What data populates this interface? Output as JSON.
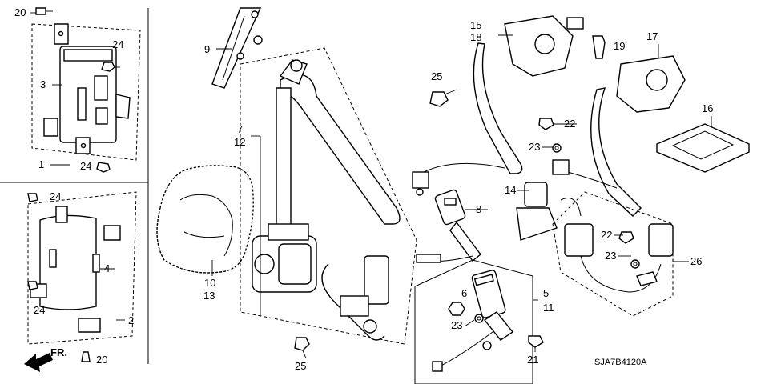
{
  "diagram": {
    "title": "",
    "code": "SJA7B4120A",
    "direction_label": "FR.",
    "callouts": {
      "c1": "1",
      "c2": "2",
      "c3": "3",
      "c4": "4",
      "c5": "5",
      "c6": "6",
      "c7": "7",
      "c8": "8",
      "c9": "9",
      "c10": "10",
      "c11": "11",
      "c12": "12",
      "c13": "13",
      "c14": "14",
      "c15": "15",
      "c16": "16",
      "c17": "17",
      "c18": "18",
      "c19": "19",
      "c20": "20",
      "c21": "21",
      "c22": "22",
      "c23": "23",
      "c24": "24",
      "c25": "25",
      "c26": "26"
    }
  }
}
